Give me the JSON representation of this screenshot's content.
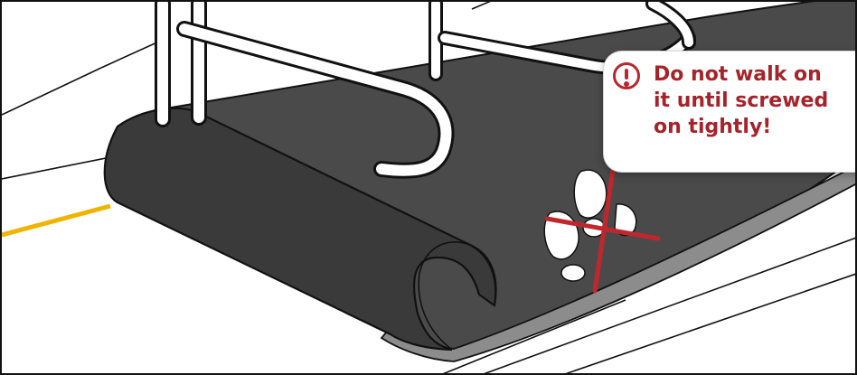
{
  "callout": {
    "icon": "exclamation-circle-icon",
    "lines": [
      "Do not walk on",
      "it until screwed",
      "on tightly!"
    ],
    "text_color": "#a5232b"
  },
  "scene": {
    "belt_color": "#4a4a4a",
    "roll_color": "#3a3a3a",
    "safety_line_color": "#f0b400",
    "cross_color": "#c0272d"
  }
}
